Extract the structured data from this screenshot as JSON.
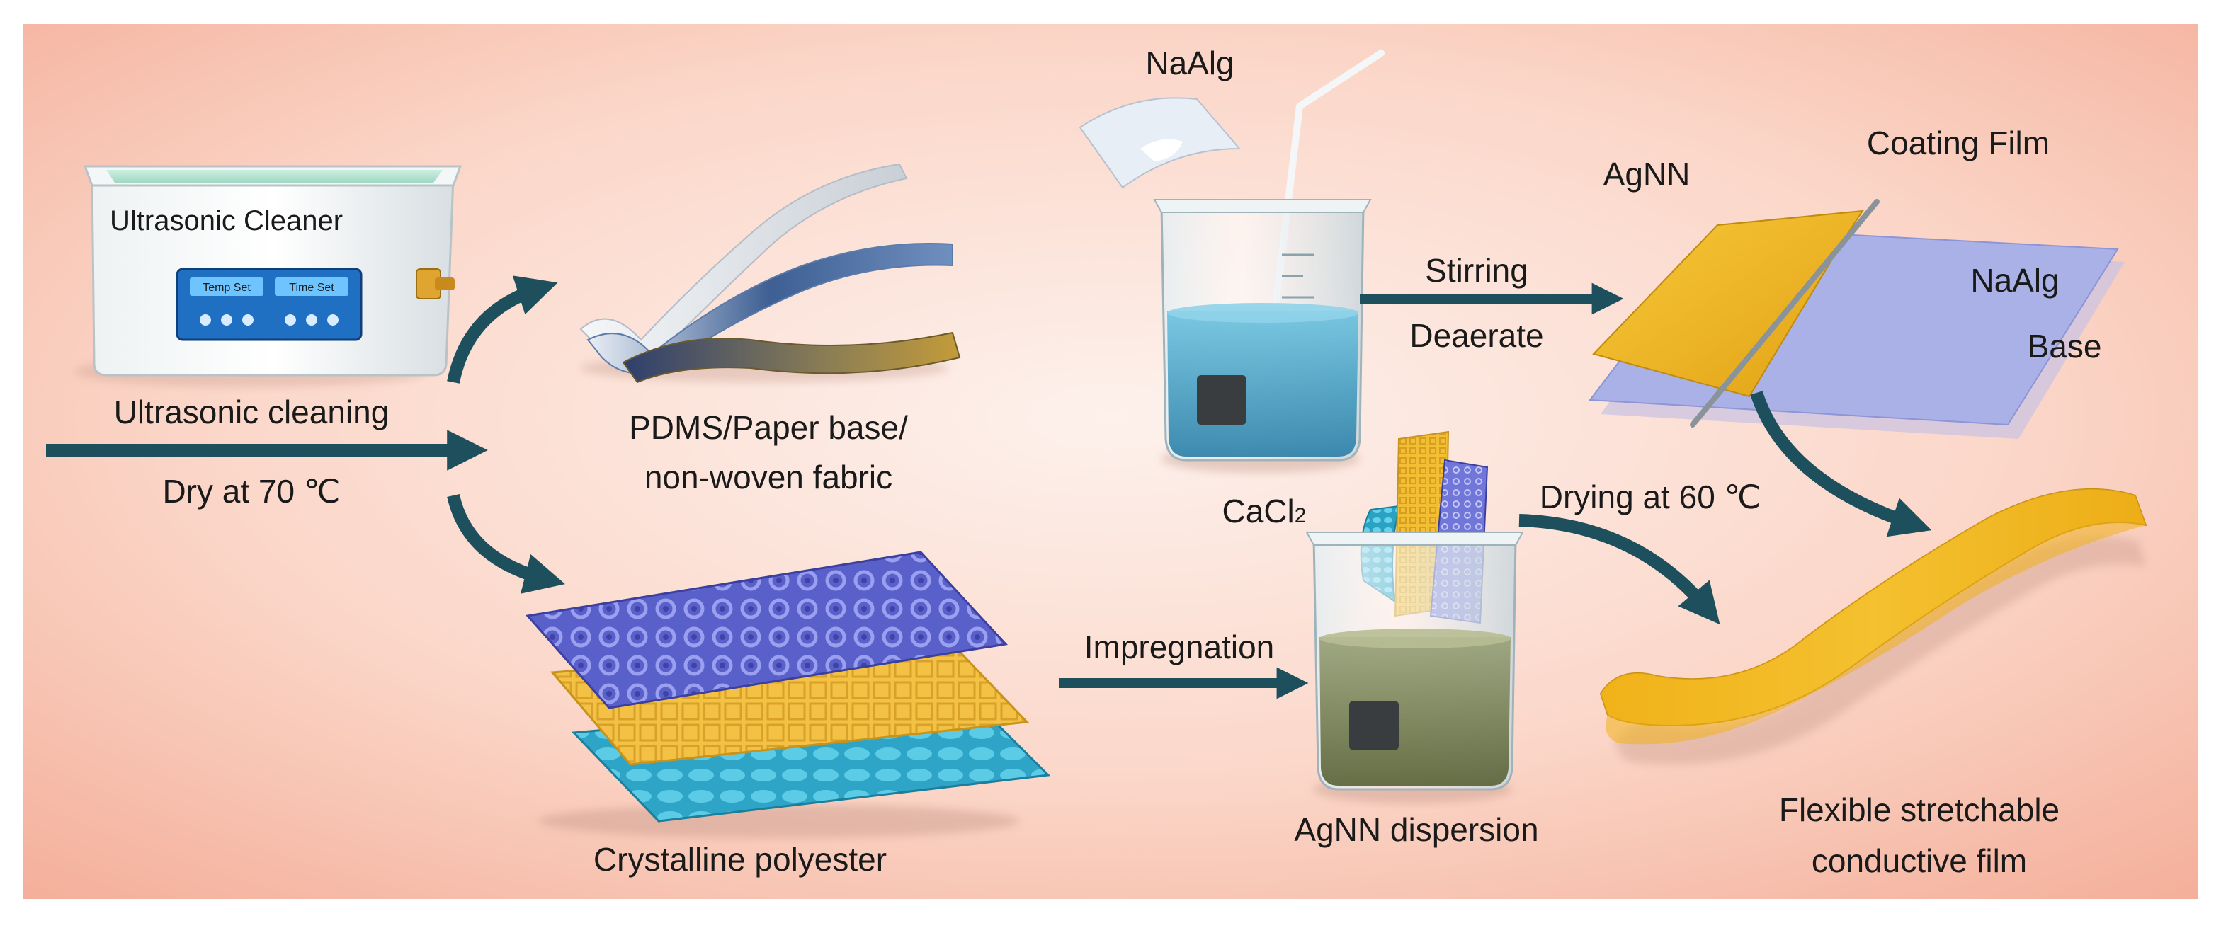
{
  "labels": {
    "ultrasonic_cleaner": "Ultrasonic Cleaner",
    "panel_left": "Temp Set",
    "panel_right": "Time Set",
    "ultrasonic_cleaning": "Ultrasonic cleaning",
    "dry_at_70": "Dry at 70 ℃",
    "base_line1": "PDMS/Paper base/",
    "base_line2": "non-woven fabric",
    "crystalline_polyester": "Crystalline polyester",
    "naalg_powder": "NaAlg",
    "cacl2_main": "CaCl",
    "cacl2_sub": "2",
    "stirring": "Stirring",
    "deaerate": "Deaerate",
    "agnn": "AgNN",
    "coating_film": "Coating Film",
    "naalg_layer": "NaAlg",
    "base_layer": "Base",
    "impregnation": "Impregnation",
    "agnn_dispersion": "AgNN dispersion",
    "drying_at_60": "Drying at 60 ℃",
    "final_line1": "Flexible stretchable",
    "final_line2": "conductive film"
  },
  "colors": {
    "arrow": "#1d4f5c",
    "background_center": "#fdf1ec",
    "background_edge": "#f6b7a4",
    "gold_film": "#f2b51c",
    "naalg_film": "#aab1e8",
    "blue_mesh": "#6a6fd8",
    "teal_fabric": "#3fb2cf",
    "cacl2_liquid": "#3f9fc4",
    "agnn_liquid": "#6f7a4a"
  }
}
